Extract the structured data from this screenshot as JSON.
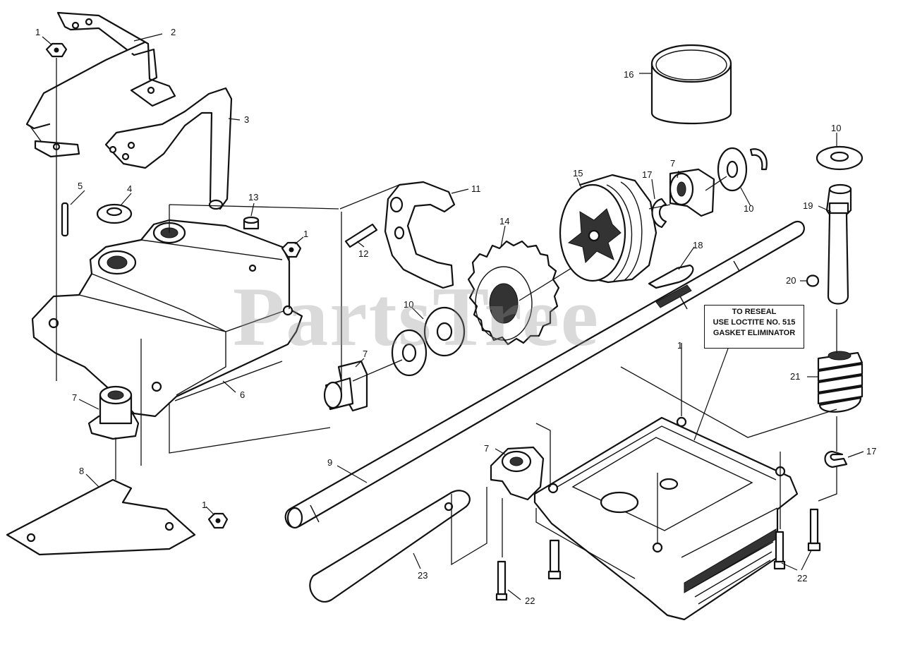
{
  "watermark": "PartsTree",
  "note": {
    "line1": "TO RESEAL",
    "line2": "USE LOCTITE NO. 515",
    "line3": "GASKET ELIMINATOR"
  },
  "callouts": {
    "c1a": "1",
    "c2": "2",
    "c3": "3",
    "c4": "4",
    "c5": "5",
    "c13": "13",
    "c1b": "1",
    "c6": "6",
    "c7a": "7",
    "c8": "8",
    "c1c": "1",
    "c11": "11",
    "c12": "12",
    "c14": "14",
    "c10a": "10",
    "c7b": "7",
    "c15": "15",
    "c17a": "17",
    "c7c": "7",
    "c10b": "10",
    "c10c": "10",
    "c16": "16",
    "c19": "19",
    "c18": "18",
    "c20": "20",
    "c21": "21",
    "c17b": "17",
    "c9": "9",
    "c7d": "7",
    "c1d": "1",
    "c23": "23",
    "c22a": "22",
    "c22b": "22"
  }
}
